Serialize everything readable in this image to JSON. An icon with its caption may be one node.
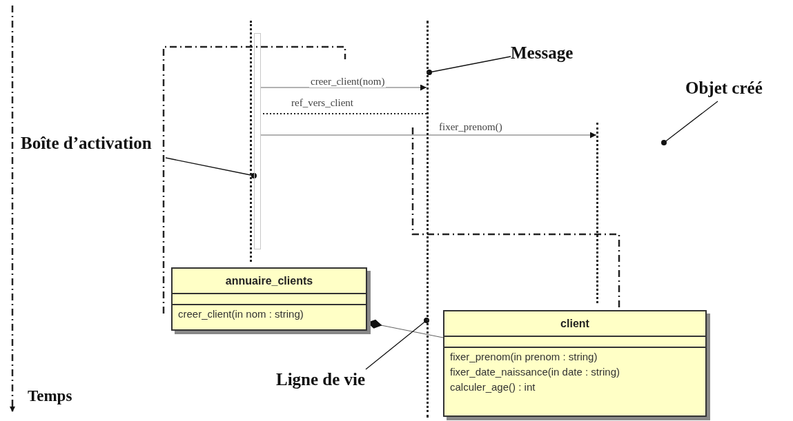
{
  "diagram": {
    "nodes": [
      {
        "text": [
          "Message"
        ]
      },
      {
        "text": [
          "Objet créé"
        ]
      },
      {
        "text": [
          "Boîte d’activation"
        ]
      },
      {
        "text": [],
        "shape": "line"
      },
      {
        "text": [],
        "shape": "bar"
      },
      {
        "text": [],
        "shape": "line"
      },
      {
        "text": [],
        "shape": "line"
      },
      {
        "text": [
          "annuaire_clients",
          "creer_client(in nom : string)"
        ]
      },
      {
        "text": [
          "client",
          "fixer_prenom(in prenom : string)",
          "fixer_date_naissance(in date : string)",
          "calculer_age() : int"
        ]
      },
      {
        "text": [
          "Ligne de vie"
        ]
      }
    ],
    "edges": [
      {
        "from": 4,
        "to": 5,
        "arrow": "to",
        "label": "creer_client(nom)"
      },
      {
        "from": 5,
        "to": 4,
        "arrow": "none",
        "label": "ref_vers_client",
        "style": "dashed"
      },
      {
        "from": 4,
        "to": 6,
        "arrow": "to",
        "label": "fixer_prenom()"
      },
      {
        "from": 7,
        "to": 8,
        "arrow": "other"
      },
      {
        "from": 0,
        "to": 5,
        "arrow": "other"
      },
      {
        "from": 1,
        "to": null,
        "arrow": "other"
      },
      {
        "from": 2,
        "to": 4,
        "arrow": "other"
      },
      {
        "from": 9,
        "to": 5,
        "arrow": "other"
      }
    ],
    "labels": [
      "Temps"
    ]
  }
}
